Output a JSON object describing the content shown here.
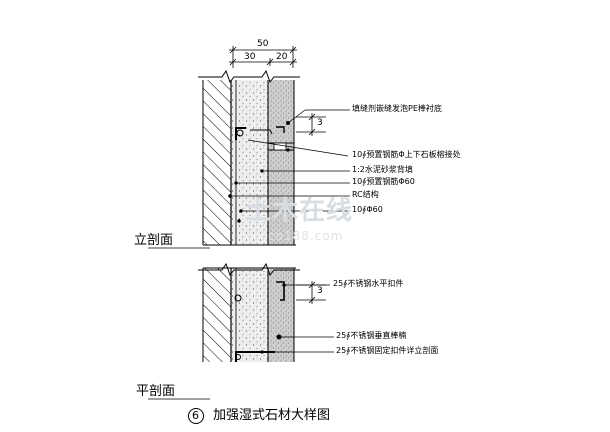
{
  "dimensions": {
    "total": "50",
    "left": "30",
    "right": "20",
    "gap_top": "3",
    "gap_bottom": "3"
  },
  "annotations": [
    "填缝剂嵌缝发泡PE棒衬底",
    "10∮预置钢筋Φ上下石板榕接处",
    "1:2水泥砂浆背填",
    "10∮预置钢筋Φ60",
    "RC结构",
    "10∮Φ60",
    "25∮不锈钢水平扣件",
    "25∮不锈钢垂直棒楠",
    "25∮不锈钢固定扣件详立剖面"
  ],
  "section_labels": {
    "elevation": "立剖面",
    "plan": "平剖面"
  },
  "title": {
    "number": "6",
    "text": "加强湿式石材大样图"
  },
  "watermark": {
    "main": "土木在线",
    "sub": "co188.com"
  }
}
